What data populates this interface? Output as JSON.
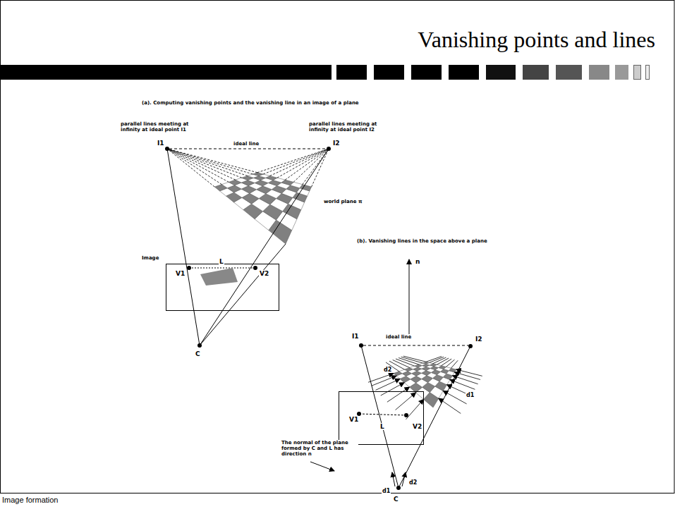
{
  "diagram": {
    "title": "Vanishing points and lines",
    "caption": "Image formation",
    "labels": [
      "(a). Computing vanishing points and the vanishing line in an image of a plane",
      "parallel lines meeting at infinity at ideal point I1",
      "parallel lines meeting at infinity at ideal point I2",
      "I1",
      "ideal line",
      "I2",
      "world plane π",
      "Image",
      "V1",
      "L",
      "V2",
      "C",
      "(b). Vanishing lines in the space above a plane",
      "n",
      "I1",
      "ideal line",
      "I2",
      "d2",
      "d1",
      "V1",
      "L",
      "V2",
      "The normal of the plane formed by C and L has direction n",
      "d1",
      "d2",
      "C"
    ]
  }
}
